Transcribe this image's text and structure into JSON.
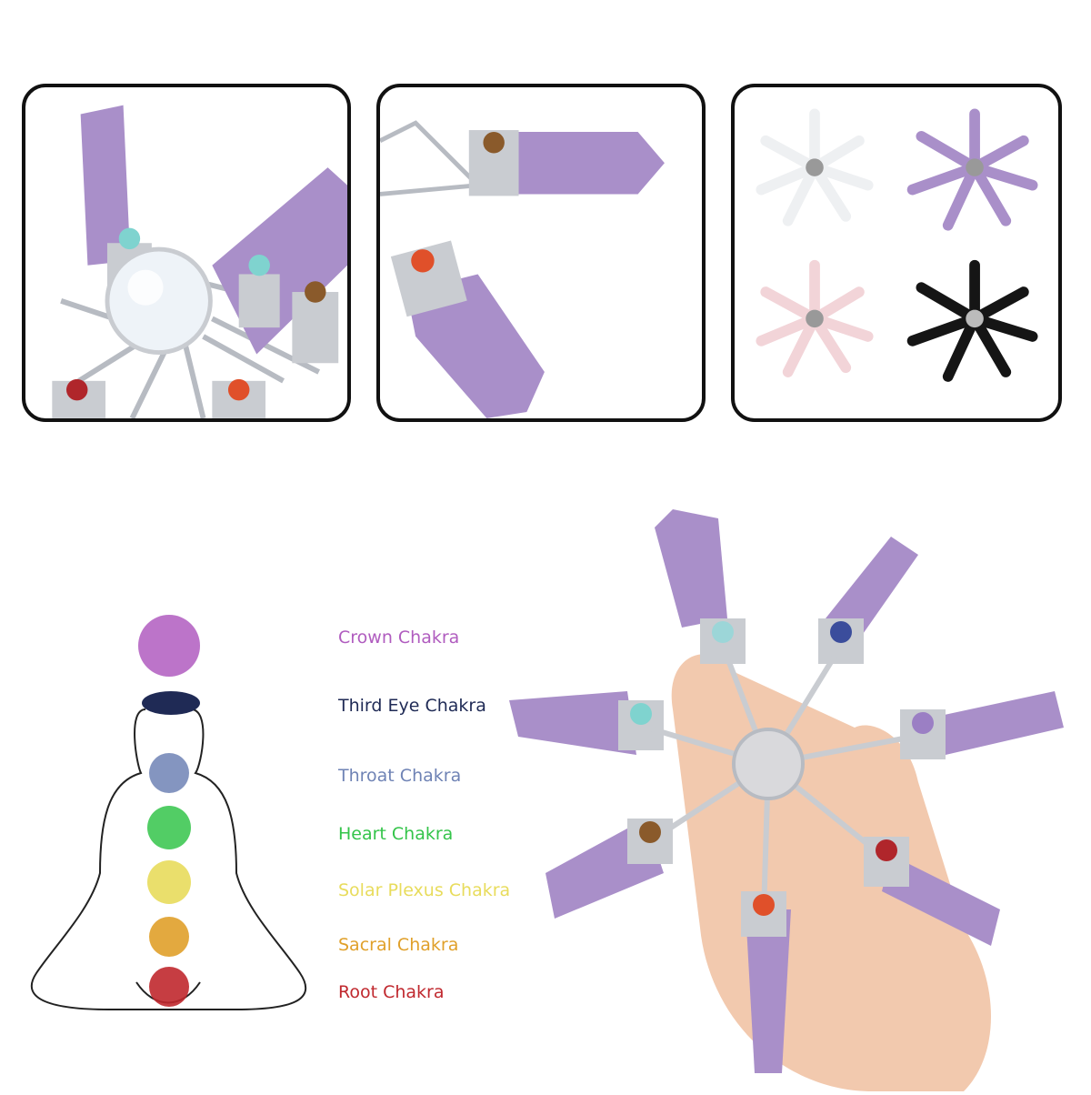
{
  "colors": {
    "amethyst": "#a98fc9",
    "amethyst_dark": "#8467aa",
    "silver": "#c9ccd1",
    "skin": "#f2c9ae"
  },
  "chakras": [
    {
      "label": "Crown Chakra",
      "color": "#b05cbf"
    },
    {
      "label": "Third Eye Chakra",
      "color": "#1f2a55"
    },
    {
      "label": "Throat Chakra",
      "color": "#6f83b5"
    },
    {
      "label": "Heart Chakra",
      "color": "#34c44a"
    },
    {
      "label": "Solar Plexus Chakra",
      "color": "#e8dc5c"
    },
    {
      "label": "Sacral Chakra",
      "color": "#e0a02a"
    },
    {
      "label": "Root Chakra",
      "color": "#c0282e"
    }
  ],
  "variants": [
    {
      "crystal": "clear-quartz",
      "color": "#eef0f2"
    },
    {
      "crystal": "amethyst",
      "color": "#a98fc9"
    },
    {
      "crystal": "rose-quartz",
      "color": "#f2d4d8"
    },
    {
      "crystal": "obsidian",
      "color": "#151515"
    }
  ]
}
